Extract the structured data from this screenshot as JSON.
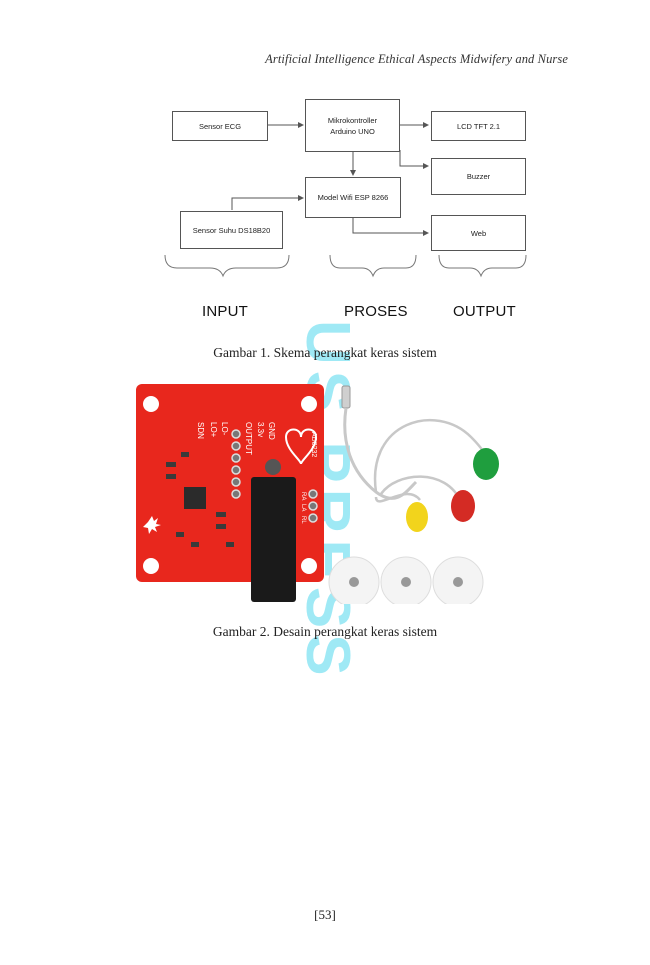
{
  "running_header": "Artificial Intelligence Ethical Aspects Midwifery and Nurse",
  "watermark": "US PRESS",
  "diagram": {
    "blocks": {
      "sensor_ecg": "Sensor ECG",
      "mikrokontroller": "Mikrokontroller\nArduino UNO",
      "lcd": "LCD TFT 2.1",
      "buzzer": "Buzzer",
      "wifi": "Model Wifi ESP 8266",
      "sensor_suhu": "Sensor Suhu DS18B20",
      "web": "Web"
    },
    "groups": {
      "input": "INPUT",
      "proses": "PROSES",
      "output": "OUTPUT"
    }
  },
  "figure1_caption": "Gambar 1. Skema perangkat keras sistem",
  "board_labels": {
    "model": "AD8232",
    "gnd": "GND",
    "v33": "3.3v",
    "output": "OUTPUT",
    "lo_minus": "LO-",
    "lo_plus": "LO+",
    "sdn": "SDN",
    "ra": "RA",
    "la": "LA",
    "rl": "RL"
  },
  "colors": {
    "board": "#e8271d",
    "watermark": "#8fe6f4",
    "lead_green": "#1f9e3e",
    "lead_red": "#d42b24",
    "lead_yellow": "#f2d41c"
  },
  "figure2_caption": "Gambar 2. Desain perangkat keras sistem",
  "page_number": "[53]"
}
